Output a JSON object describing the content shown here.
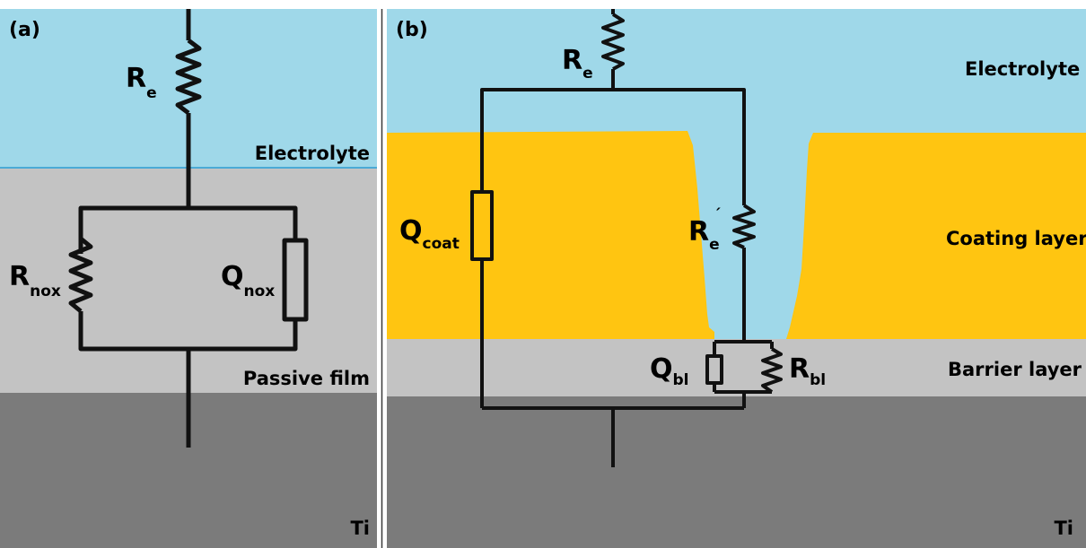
{
  "panel_a": {
    "label": "(a)",
    "layers": {
      "electrolyte": "Electrolyte",
      "passive_film": "Passive film",
      "substrate": "Ti"
    },
    "components": {
      "r_e": {
        "main": "R",
        "sub": "e"
      },
      "r_nox": {
        "main": "R",
        "sub": "nox"
      },
      "q_nox": {
        "main": "Q",
        "sub": "nox"
      }
    }
  },
  "panel_b": {
    "label": "(b)",
    "layers": {
      "electrolyte": "Electrolyte",
      "coating": "Coating layer",
      "barrier": "Barrier layer",
      "substrate": "Ti"
    },
    "components": {
      "r_e": {
        "main": "R",
        "sub": "e"
      },
      "q_coat": {
        "main": "Q",
        "sub": "coat"
      },
      "r_e_prime": {
        "main": "R",
        "sub": "e",
        "prime": "´"
      },
      "q_bl": {
        "main": "Q",
        "sub": "bl"
      },
      "r_bl": {
        "main": "R",
        "sub": "bl"
      }
    }
  },
  "colors": {
    "electrolyte": "#9fd8e9",
    "electrolyte_line": "#4aaad6",
    "passive_film": "#c3c3c3",
    "coating": "#ffc511",
    "barrier": "#c3c3c3",
    "substrate": "#7b7b7b",
    "wire": "#111111"
  }
}
